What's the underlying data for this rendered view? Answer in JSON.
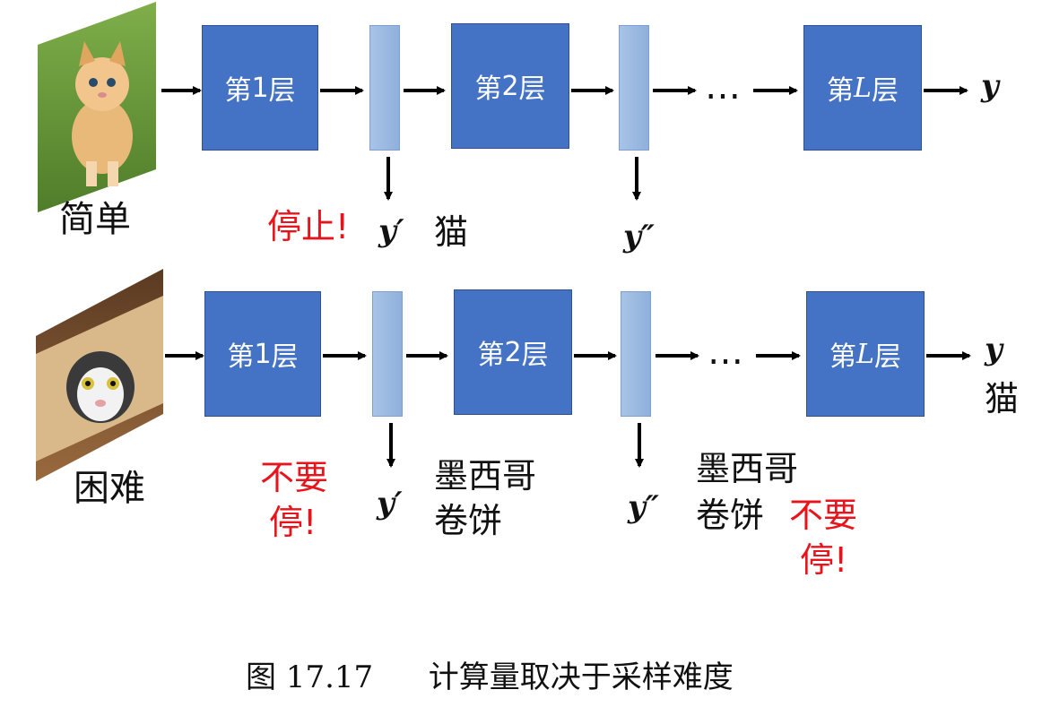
{
  "rows": [
    {
      "difficulty_label": "简单",
      "layers": [
        {
          "prefix": "第",
          "index": "1",
          "suffix": "层"
        },
        {
          "prefix": "第",
          "index": "2",
          "suffix": "层"
        },
        {
          "prefix": "第",
          "index": "L",
          "suffix": "层"
        }
      ],
      "ellipsis": "…",
      "output_symbol": "y",
      "final_prediction": "",
      "exit1": {
        "stop_text": "停止!",
        "symbol": "y′",
        "prediction": "猫"
      },
      "exit2": {
        "stop_text": "",
        "symbol": "y″",
        "prediction": ""
      }
    },
    {
      "difficulty_label": "困难",
      "layers": [
        {
          "prefix": "第",
          "index": "1",
          "suffix": "层"
        },
        {
          "prefix": "第",
          "index": "2",
          "suffix": "层"
        },
        {
          "prefix": "第",
          "index": "L",
          "suffix": "层"
        }
      ],
      "ellipsis": "…",
      "output_symbol": "y",
      "final_prediction": "猫",
      "exit1": {
        "stop_text_line1": "不要",
        "stop_text_line2": "停!",
        "symbol": "y′",
        "prediction_line1": "墨西哥",
        "prediction_line2": "卷饼"
      },
      "exit2": {
        "stop_text_line1": "不要",
        "stop_text_line2": "停!",
        "symbol": "y″",
        "prediction_line1": "墨西哥",
        "prediction_line2": "卷饼"
      }
    }
  ],
  "caption": {
    "figure_number": "图 17.17",
    "text": "计算量取决于采样难度"
  },
  "colors": {
    "layer_fill": "#4472c4",
    "exit_bar": "#9bb8e0",
    "stop_red": "#e8141c"
  }
}
